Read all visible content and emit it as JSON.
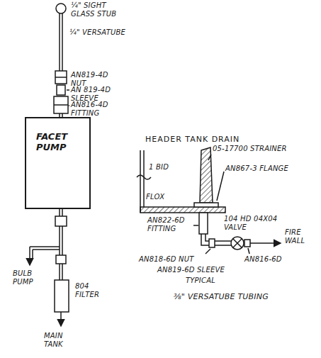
{
  "diagram": {
    "nodes": [
      {
        "text": [
          "FACET PUMP"
        ]
      }
    ],
    "labels": [
      "¼\" SIGHT GLASS STUB",
      "¼\" VERSATUBE",
      "AN819-4D NUT",
      "AN 819-4D SLEEVE",
      "AN816-4D FITTING",
      "BULB PUMP",
      "804 FILTER",
      "MAIN TANK",
      "HEADER TANK DRAIN",
      "05-17700 STRAINER",
      "1 BID",
      "AN867-3 FLANGE",
      "FLOX",
      "104 HD 04X04 VALVE",
      "FIRE WALL",
      "AN822-6D FITTING",
      "AN816-6D",
      "AN818-6D NUT",
      "AN819-6D SLEEVE",
      "TYPICAL",
      "⅜\" VERSATUBE TUBING"
    ]
  }
}
